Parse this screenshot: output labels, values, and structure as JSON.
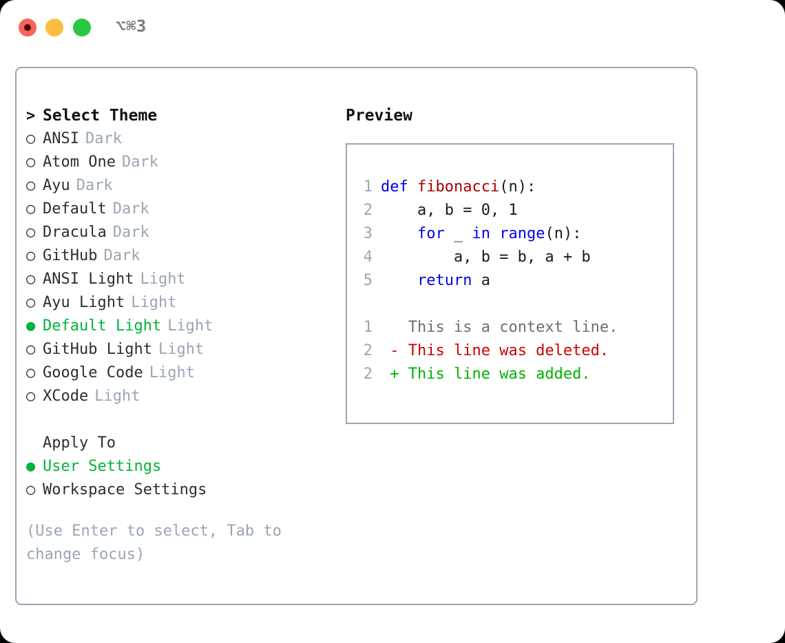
{
  "window": {
    "title": "⌥⌘3",
    "traffic_lights": [
      {
        "name": "close",
        "color": "#f96259"
      },
      {
        "name": "minimize",
        "color": "#fcbc40"
      },
      {
        "name": "maximize",
        "color": "#2ac840"
      }
    ]
  },
  "theme_picker": {
    "caret": ">",
    "heading": "Select Theme",
    "bullet_unselected": "○",
    "bullet_selected": "●",
    "items": [
      {
        "name": "ANSI",
        "variant": "Dark",
        "selected": false
      },
      {
        "name": "Atom One",
        "variant": "Dark",
        "selected": false
      },
      {
        "name": "Ayu",
        "variant": "Dark",
        "selected": false
      },
      {
        "name": "Default",
        "variant": "Dark",
        "selected": false
      },
      {
        "name": "Dracula",
        "variant": "Dark",
        "selected": false
      },
      {
        "name": "GitHub",
        "variant": "Dark",
        "selected": false
      },
      {
        "name": "ANSI Light",
        "variant": "Light",
        "selected": false
      },
      {
        "name": "Ayu Light",
        "variant": "Light",
        "selected": false
      },
      {
        "name": "Default Light",
        "variant": "Light",
        "selected": true
      },
      {
        "name": "GitHub Light",
        "variant": "Light",
        "selected": false
      },
      {
        "name": "Google Code",
        "variant": "Light",
        "selected": false
      },
      {
        "name": "XCode",
        "variant": "Light",
        "selected": false
      }
    ]
  },
  "apply_to": {
    "heading": "Apply To",
    "options": [
      {
        "name": "User Settings",
        "selected": true
      },
      {
        "name": "Workspace Settings",
        "selected": false
      }
    ]
  },
  "hint": "(Use Enter to select, Tab to change focus)",
  "preview": {
    "title": "Preview",
    "code_lines": [
      {
        "num": "1",
        "tokens": [
          {
            "t": "def ",
            "c": "kw"
          },
          {
            "t": "fibonacci",
            "c": "fn"
          },
          {
            "t": "(n):",
            "c": "pl"
          }
        ]
      },
      {
        "num": "2",
        "tokens": [
          {
            "t": "    a, b = 0, 1",
            "c": "pl"
          }
        ]
      },
      {
        "num": "3",
        "tokens": [
          {
            "t": "    ",
            "c": "pl"
          },
          {
            "t": "for",
            "c": "kw"
          },
          {
            "t": " _ ",
            "c": "pl"
          },
          {
            "t": "in",
            "c": "kw"
          },
          {
            "t": " ",
            "c": "pl"
          },
          {
            "t": "range",
            "c": "kw"
          },
          {
            "t": "(n):",
            "c": "pl"
          }
        ]
      },
      {
        "num": "4",
        "tokens": [
          {
            "t": "        a, b = b, a + b",
            "c": "pl"
          }
        ]
      },
      {
        "num": "5",
        "tokens": [
          {
            "t": "    ",
            "c": "pl"
          },
          {
            "t": "return",
            "c": "kw"
          },
          {
            "t": " a",
            "c": "pl"
          }
        ]
      }
    ],
    "diff_lines": [
      {
        "num": "1",
        "marker": " ",
        "text": "This is a context line.",
        "c": "ctx"
      },
      {
        "num": "2",
        "marker": "-",
        "text": "This line was deleted.",
        "c": "del"
      },
      {
        "num": "2",
        "marker": "+",
        "text": "This line was added.",
        "c": "add"
      }
    ]
  },
  "colors": {
    "accent_green": "#00b33c",
    "muted": "#9aa5b5",
    "keyword": "#0000ee",
    "function": "#aa0000",
    "deleted": "#cc0000",
    "added": "#00b300",
    "border": "#9aa5b5"
  }
}
